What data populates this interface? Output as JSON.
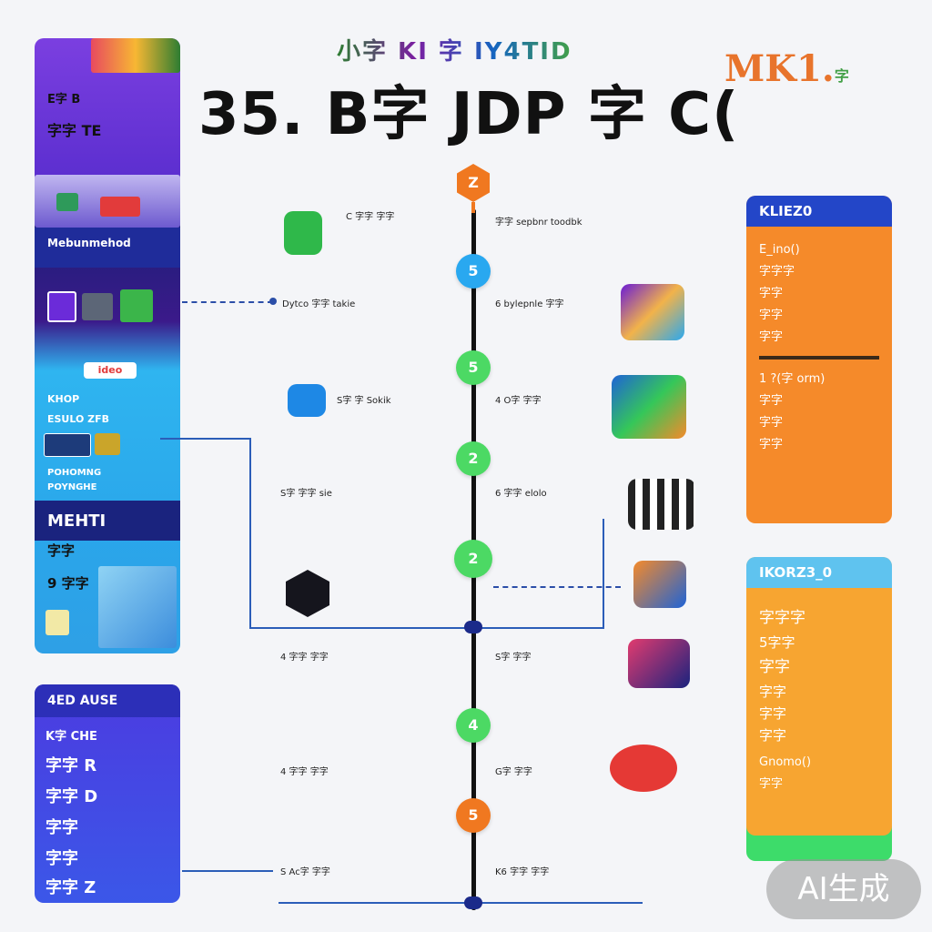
{
  "header": {
    "subtitle": "小字 KI 字 IY4TID",
    "title": "35. B字 JDP 字 C(",
    "logo_main": "MK1.",
    "logo_small": "字"
  },
  "left_strip": {
    "line1": "E字 B",
    "line2": "字字 TE",
    "band_label": "Mebunmehod",
    "badge": "ideo",
    "line3": "KHOP",
    "line4": "ESULO ZFB",
    "line5": "POHOMNG",
    "line6": "POYNGHE",
    "big_label": "MEHTI",
    "line7": "字字",
    "line8": "9 字字"
  },
  "bottom_left_card": {
    "title": "4ED AUSE",
    "subtitle": "K字 CHE",
    "rows": [
      "字字 R",
      "字字 D",
      "字字",
      "字字",
      "字字 Z"
    ]
  },
  "right_card_top": {
    "title": "KLIEZ0",
    "lines": [
      "E_ino()",
      "字字字",
      "字字",
      "字字",
      "字字",
      "1 ?(字 orm)",
      "字字",
      "字字",
      "字字"
    ]
  },
  "right_card_bottom": {
    "title": "IKORZ3_0",
    "lines": [
      "字字字",
      "5字字",
      "字字",
      "字字",
      "字字",
      "字字",
      "Gnomo()",
      "字字"
    ]
  },
  "timeline": {
    "nodes": [
      "Z",
      "5",
      "5",
      "2",
      "2",
      "4",
      "5"
    ],
    "entries_left": [
      "C 字字 字字",
      "Dytco 字字 takie",
      "S字 字 Sokik",
      "S字 字字 sie",
      "4 字字 字字",
      "4 字字 字字",
      "S Ac字 字字"
    ],
    "entries_right": [
      "字字 sepbnr toodbk",
      "6 bylepnle 字字",
      "4 O字 字字",
      "6 字字 elolo",
      "S字 字字",
      "G字 字字",
      "K6 字字 字字"
    ]
  },
  "ai_badge": "AI生成",
  "colors": {
    "orange": "#f07820",
    "blue": "#29a8f0",
    "green": "#4cd964",
    "navy": "#1b2a8a"
  }
}
